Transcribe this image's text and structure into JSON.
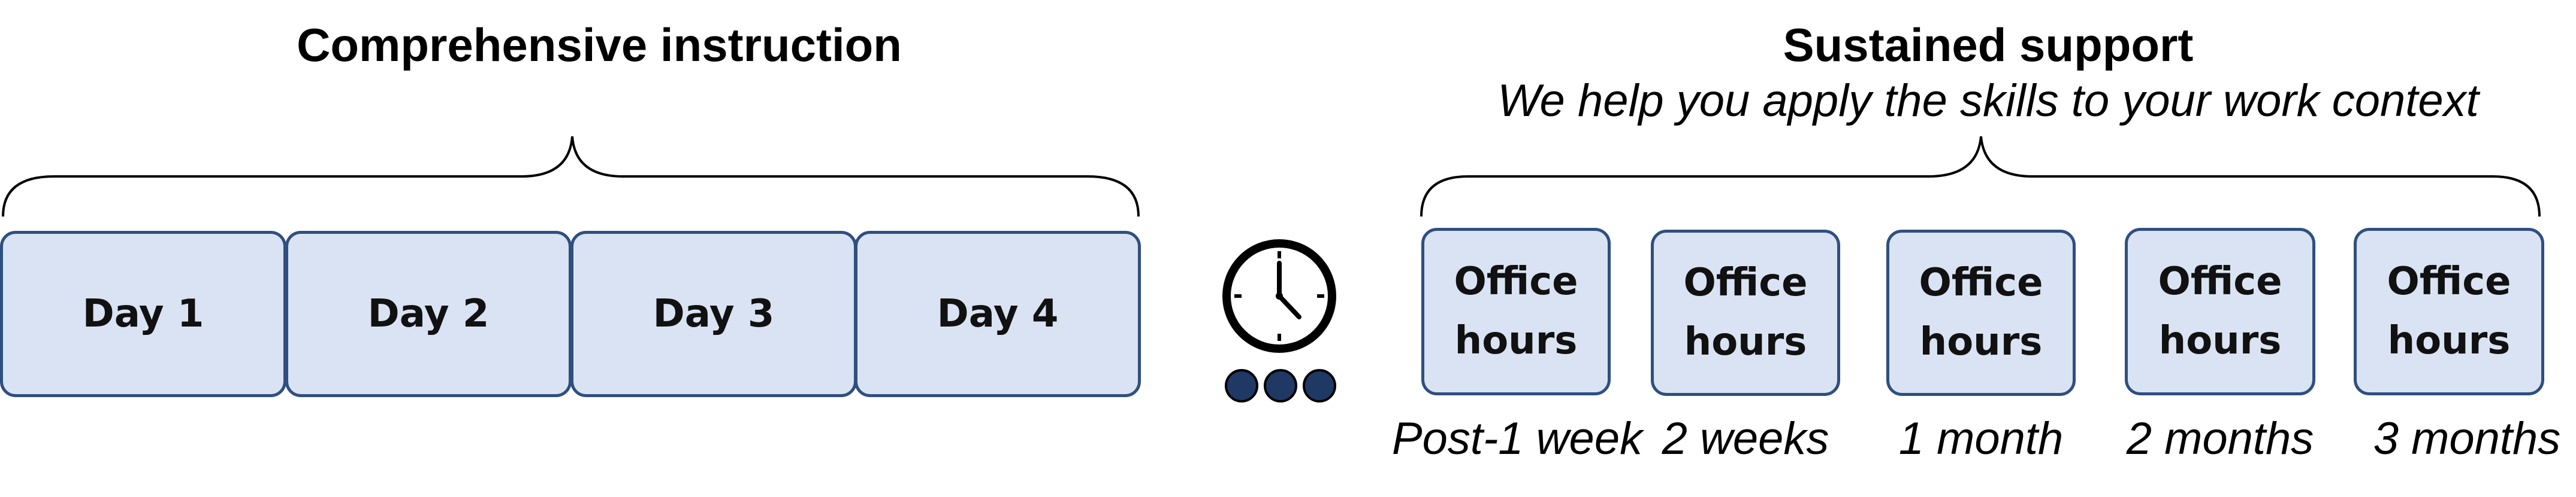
{
  "left_section": {
    "title": "Comprehensive instruction",
    "days": [
      "Day 1",
      "Day 2",
      "Day 3",
      "Day 4"
    ]
  },
  "right_section": {
    "title": "Sustained support",
    "subtitle": "We help you apply the skills to your work context",
    "sessions": [
      {
        "line1": "Office",
        "line2": "hours",
        "timing": "Post-1 week"
      },
      {
        "line1": "Office",
        "line2": "hours",
        "timing": "2 weeks"
      },
      {
        "line1": "Office",
        "line2": "hours",
        "timing": "1 month"
      },
      {
        "line1": "Office",
        "line2": "hours",
        "timing": "2 months"
      },
      {
        "line1": "Office",
        "line2": "hours",
        "timing": "3 months"
      }
    ]
  },
  "icons": {
    "clock": "clock-icon",
    "ellipsis": "ellipsis-dots-icon"
  },
  "colors": {
    "box_fill": "#dae3f3",
    "box_border": "#2f4f7f",
    "dot_fill": "#1f3864"
  }
}
